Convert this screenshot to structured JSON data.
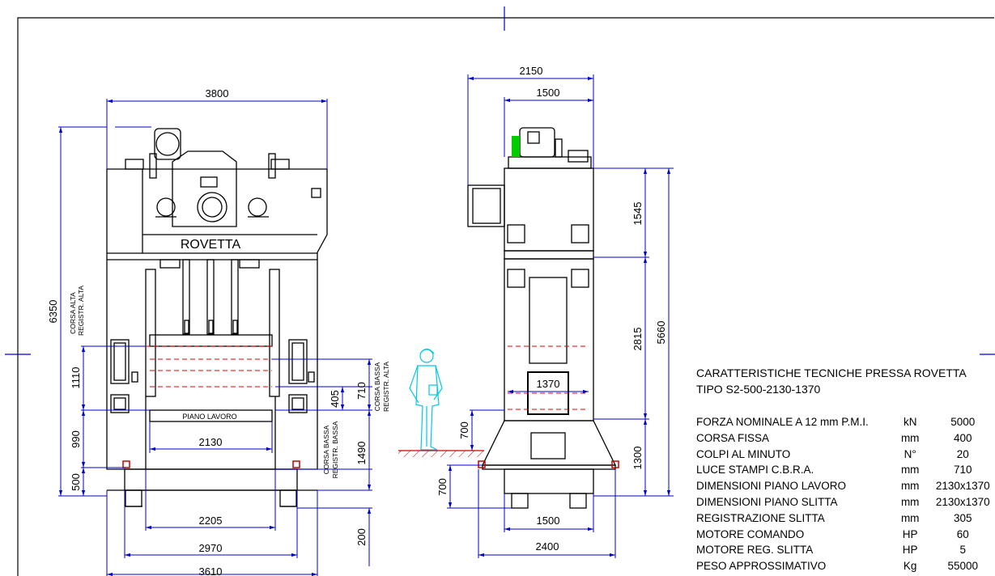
{
  "brand": "ROVETTA",
  "front_view": {
    "dims": {
      "width_top": "3800",
      "height_total": "6350",
      "corsa_alta": "1110",
      "lower_990": "990",
      "lower_500": "500",
      "dim_405": "405",
      "dim_710": "710",
      "dim_1490": "1490",
      "dim_200": "200",
      "dim_2130": "2130",
      "dim_2205": "2205",
      "dim_2970": "2970",
      "dim_3610": "3610"
    },
    "labels": {
      "corsa_alta": "CORSA ALTA",
      "registr_alta_left": "REGISTR. ALTA",
      "corsa_bassa_top": "CORSA BASSA",
      "registr_alta_right": "REGISTR. ALTA",
      "corsa_bassa_low": "CORSA BASSA",
      "registr_bassa": "REGISTR. BASSA",
      "piano_lavoro": "PIANO LAVORO"
    }
  },
  "side_view": {
    "dims": {
      "width_2150": "2150",
      "width_1500_top": "1500",
      "dim_1545": "1545",
      "dim_2815": "2815",
      "dim_5660": "5660",
      "dim_1370": "1370",
      "dim_700_up": "700",
      "dim_1300": "1300",
      "dim_700_down": "700",
      "width_1500_bottom": "1500",
      "width_2400": "2400"
    }
  },
  "specs": {
    "title_line1": "CARATTERISTICHE TECNICHE PRESSA ROVETTA",
    "title_line2": "TIPO  S2-500-2130-1370",
    "rows": [
      {
        "name": "FORZA NOMINALE A 12 mm P.M.I.",
        "unit": "kN",
        "value": "5000"
      },
      {
        "name": "CORSA FISSA",
        "unit": "mm",
        "value": "400"
      },
      {
        "name": "COLPI AL MINUTO",
        "unit": "N°",
        "value": "20"
      },
      {
        "name": "LUCE STAMPI C.B.R.A.",
        "unit": "mm",
        "value": "710"
      },
      {
        "name": "DIMENSIONI PIANO LAVORO",
        "unit": "mm",
        "value": "2130x1370"
      },
      {
        "name": "DIMENSIONI PIANO SLITTA",
        "unit": "mm",
        "value": "2130x1370"
      },
      {
        "name": "REGISTRAZIONE SLITTA",
        "unit": "mm",
        "value": "305"
      },
      {
        "name": "MOTORE COMANDO",
        "unit": "HP",
        "value": "60"
      },
      {
        "name": "MOTORE REG. SLITTA",
        "unit": "HP",
        "value": "5"
      },
      {
        "name": "PESO APPROSSIMATIVO",
        "unit": "Kg",
        "value": "55000"
      }
    ]
  },
  "colors": {
    "outline": "#000000",
    "dimension": "#0000cc",
    "hidden": "#dd0000",
    "figure": "#00c8e6",
    "motor_accent": "#00cc00",
    "ground": "#cc0000"
  }
}
